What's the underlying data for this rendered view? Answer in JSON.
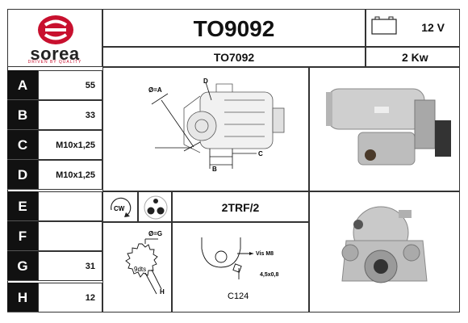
{
  "brand": {
    "name": "sorea",
    "tagline": "DRIVEN BY QUALITY",
    "red": "#c8102e"
  },
  "product": {
    "code": "TO9092",
    "alt_code": "TO7092",
    "voltage": "12 V",
    "power": "2 Kw"
  },
  "dimensions": [
    {
      "letter": "A",
      "value": "55"
    },
    {
      "letter": "B",
      "value": "33"
    },
    {
      "letter": "C",
      "value": "M10x1,25"
    },
    {
      "letter": "D",
      "value": "M10x1,25"
    },
    {
      "letter": "E",
      "value": ""
    },
    {
      "letter": "F",
      "value": ""
    },
    {
      "letter": "G",
      "value": "31"
    },
    {
      "letter": "H",
      "value": "12"
    }
  ],
  "diagram_labels": {
    "diam_a": "Ø=A",
    "d": "D",
    "c": "C",
    "b": "B",
    "diam_g": "Ø=G",
    "teeth": "9dts",
    "h": "H",
    "screw": "Vis M8",
    "thread": "4,5x0,8",
    "connector_code": "C124",
    "rotation": "CW"
  },
  "mount": "2TRF/2",
  "icons": {
    "battery": "battery-icon",
    "rotation": "clockwise-rotation-icon",
    "holes": "mounting-holes-icon"
  }
}
